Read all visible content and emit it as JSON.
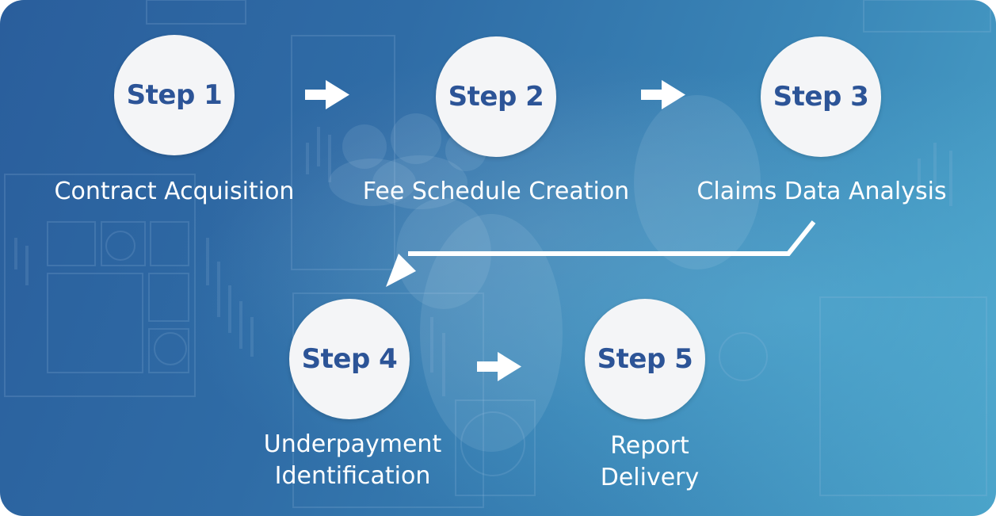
{
  "steps": [
    {
      "badge": "Step 1",
      "label_lines": [
        "Contract Acquisition"
      ]
    },
    {
      "badge": "Step 2",
      "label_lines": [
        "Fee Schedule Creation"
      ]
    },
    {
      "badge": "Step 3",
      "label_lines": [
        "Claims Data Analysis"
      ]
    },
    {
      "badge": "Step 4",
      "label_lines": [
        "Underpayment",
        "Identification"
      ]
    },
    {
      "badge": "Step 5",
      "label_lines": [
        "Report",
        "Delivery"
      ]
    }
  ],
  "colors": {
    "circle_fill": "#f4f5f7",
    "badge_text": "#2c5497",
    "label_text": "#ffffff",
    "arrow": "#ffffff"
  }
}
